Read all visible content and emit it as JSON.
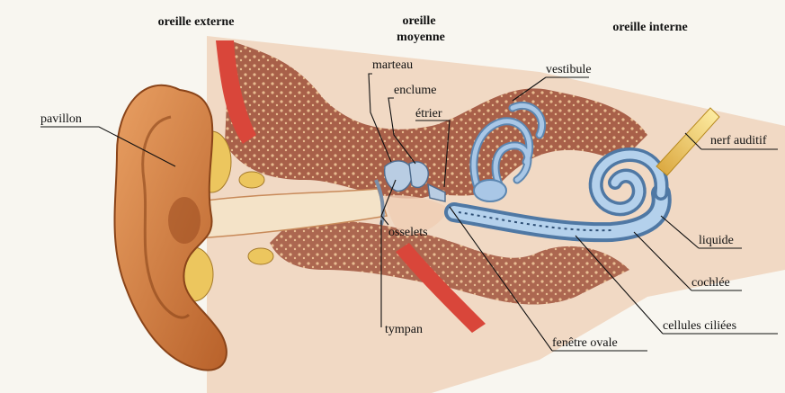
{
  "headers": {
    "outer": "oreille externe",
    "middle_line1": "oreille",
    "middle_line2": "moyenne",
    "inner": "oreille interne"
  },
  "labels": {
    "pavillon": "pavillon",
    "marteau": "marteau",
    "enclume": "enclume",
    "etrier": "étrier",
    "osselets": "osselets",
    "tympan": "tympan",
    "vestibule": "vestibule",
    "nerf": "nerf auditif",
    "liquide": "liquide",
    "cochlee": "cochlée",
    "cellules": "cellules ciliées",
    "fenetre": "fenêtre ovale"
  },
  "colors": {
    "skin": "#d9894a",
    "skin_dark": "#b05a26",
    "bone": "#9a4a3a",
    "bone_spots": "#e0b080",
    "canal": "#f4e3c8",
    "muscle": "#d9463a",
    "fat": "#e8c25a",
    "blue": "#8fb6d9",
    "blue_dark": "#3f6f9c",
    "nerve": "#e8c44a"
  }
}
